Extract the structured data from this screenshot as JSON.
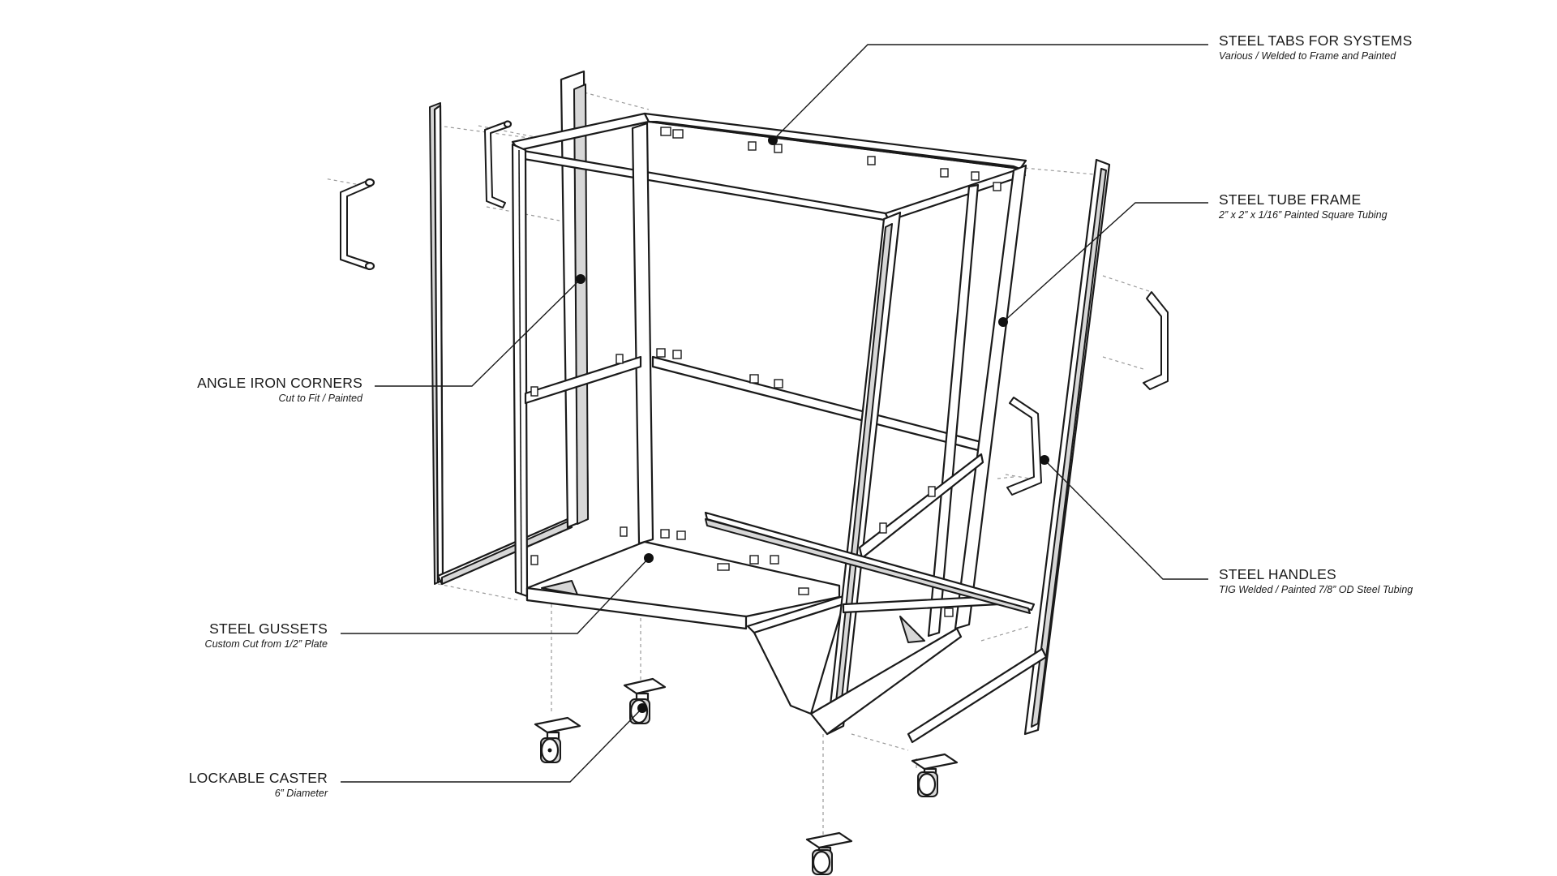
{
  "callouts": [
    {
      "id": "steel-tabs",
      "title": "STEEL TABS FOR SYSTEMS",
      "subtitle": "Various / Welded to Frame and Painted"
    },
    {
      "id": "steel-tube-frame",
      "title": "STEEL TUBE FRAME",
      "subtitle": "2” x 2” x 1/16” Painted Square Tubing"
    },
    {
      "id": "angle-iron",
      "title": "ANGLE IRON CORNERS",
      "subtitle": "Cut to Fit / Painted"
    },
    {
      "id": "steel-handles",
      "title": "STEEL HANDLES",
      "subtitle": "TIG Welded / Painted 7/8” OD Steel Tubing"
    },
    {
      "id": "steel-gussets",
      "title": "STEEL GUSSETS",
      "subtitle": "Custom Cut from 1/2” Plate"
    },
    {
      "id": "lockable-caster",
      "title": "LOCKABLE CASTER",
      "subtitle": "6” Diameter"
    }
  ],
  "colors": {
    "line": "#1a1a1a",
    "fill": "#ffffff",
    "shade": "#d9d9d9",
    "dashed": "#8a8a8a"
  }
}
